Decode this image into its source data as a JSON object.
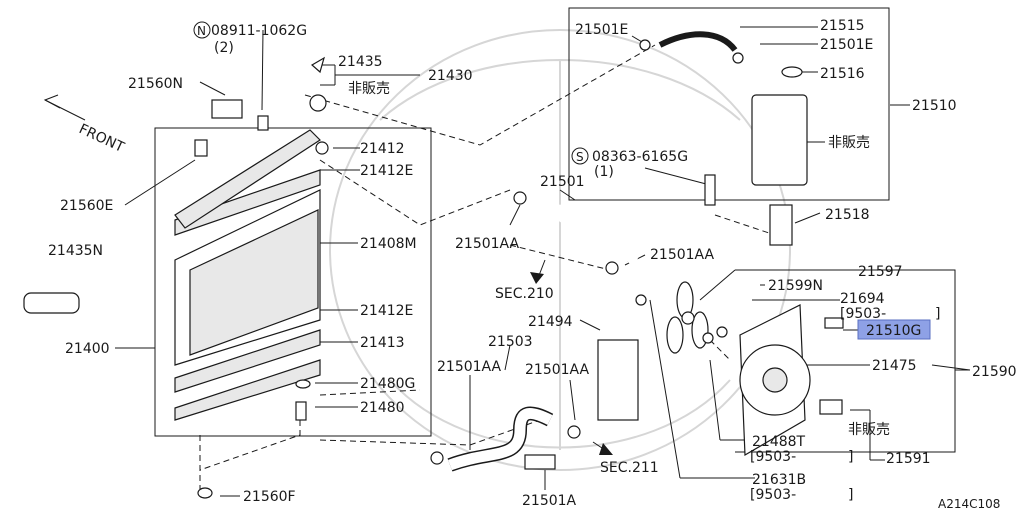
{
  "labels": {
    "n_08911_1062g": "08911-1062G",
    "n_qty_2": "(2)",
    "n_prefix": "N",
    "l_21435": "21435",
    "l_21430": "21430",
    "l_hibaihin_1": "非販売",
    "l_21560n": "21560N",
    "front": "FRONT",
    "l_21412": "21412",
    "l_21412e_top": "21412E",
    "l_21560e": "21560E",
    "l_21408m": "21408M",
    "l_21435n": "21435N",
    "l_21412e_bot": "21412E",
    "l_21400": "21400",
    "l_21413": "21413",
    "l_21480g": "21480G",
    "l_21480": "21480",
    "l_21560f": "21560F",
    "l_21501e_a": "21501E",
    "l_21515": "21515",
    "l_21501e_b": "21501E",
    "l_21516": "21516",
    "l_21510": "21510",
    "l_hibaihin_2": "非販売",
    "s_08363_6165g": "08363-6165G",
    "s_qty_1": "(1)",
    "s_prefix": "S",
    "l_21501": "21501",
    "l_21518": "21518",
    "l_21501aa_1": "21501AA",
    "l_21501aa_2": "21501AA",
    "sec_210": "SEC.210",
    "l_21597": "21597",
    "l_21599n": "21599N",
    "l_21694": "21694",
    "l_9503_a": "[9503-",
    "bracket_close_a": "]",
    "l_21510g": "21510G",
    "l_21494": "21494",
    "l_21503": "21503",
    "l_21501aa_3": "21501AA",
    "l_21501aa_4": "21501AA",
    "l_21475": "21475",
    "l_21590": "21590",
    "l_hibaihin_3": "非販売",
    "l_21488t": "21488T",
    "l_9503_b": "[9503-",
    "bracket_close_b": "]",
    "l_21591": "21591",
    "sec_211": "SEC.211",
    "l_21631b": "21631B",
    "l_9503_c": "[9503-",
    "bracket_close_c": "]",
    "l_21501a": "21501A",
    "diagram_code": "A214C108"
  },
  "highlight_color": "#8ea1e6"
}
